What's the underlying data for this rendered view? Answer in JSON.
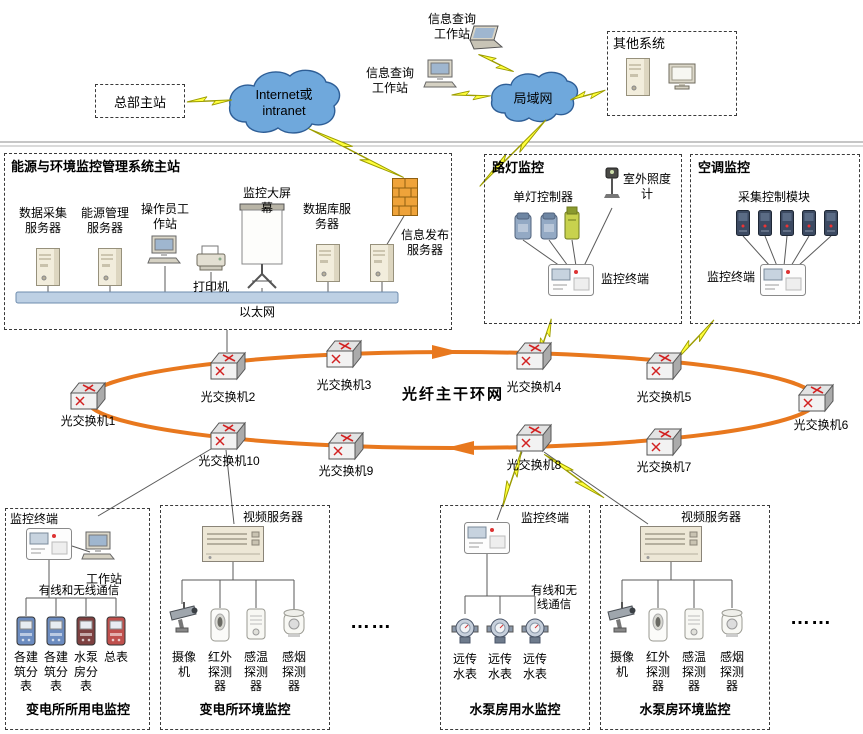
{
  "top": {
    "hq_label": "总部主站",
    "internet_cloud_label": "Internet或 intranet",
    "info_station_top_label": "信息查询工作站",
    "info_station_left_label": "信息查询工作站",
    "lan_cloud_label": "局域网",
    "other_systems_title": "其他系统"
  },
  "main_station": {
    "title": "能源与环境监控管理系统主站",
    "data_server": "数据采集服务器",
    "energy_server": "能源管理服务器",
    "operator_ws": "操作员工作站",
    "printer": "打印机",
    "big_screen": "监控大屏幕",
    "db_server": "数据库服务器",
    "info_server": "信息发布服务器",
    "ethernet": "以太网"
  },
  "street_lamp": {
    "title": "路灯监控",
    "controller_label": "单灯控制器",
    "lux_label": "室外照度计",
    "terminal_label": "监控终端"
  },
  "ac": {
    "title": "空调监控",
    "module_label": "采集控制模块",
    "terminal_label": "监控终端"
  },
  "ring": {
    "label": "光纤主干环网",
    "switches": [
      "光交换机1",
      "光交换机2",
      "光交换机3",
      "光交换机4",
      "光交换机5",
      "光交换机6",
      "光交换机7",
      "光交换机8",
      "光交换机9",
      "光交换机10"
    ]
  },
  "power_box": {
    "terminal_label": "监控终端",
    "workstation_label": "工作站",
    "comm_label": "有线和无线通信",
    "meters": [
      "各建筑分表",
      "各建筑分表",
      "水泵房分表",
      "总表"
    ],
    "title": "变电所所用电监控"
  },
  "env_box1": {
    "server_label": "视频服务器",
    "devices": [
      "摄像机",
      "红外探测器",
      "感温探测器",
      "感烟探测器"
    ],
    "title": "变电所环境监控"
  },
  "water_box": {
    "terminal_label": "监控终端",
    "comm_label": "有线和无线通信",
    "meters": [
      "远传水表",
      "远传水表",
      "远传水表"
    ],
    "title": "水泵房用水监控"
  },
  "env_box2": {
    "server_label": "视频服务器",
    "devices": [
      "摄像机",
      "红外探测器",
      "感温探测器",
      "感烟探测器"
    ],
    "title": "水泵房环境监控"
  },
  "ellipsis": "……",
  "colors": {
    "ring": "#E8781E",
    "lightning": "#FFFF3B",
    "cloud": "#6FA8DC",
    "firewall": "#EFA33A",
    "ethernet_bus": "#BDD0E4"
  }
}
